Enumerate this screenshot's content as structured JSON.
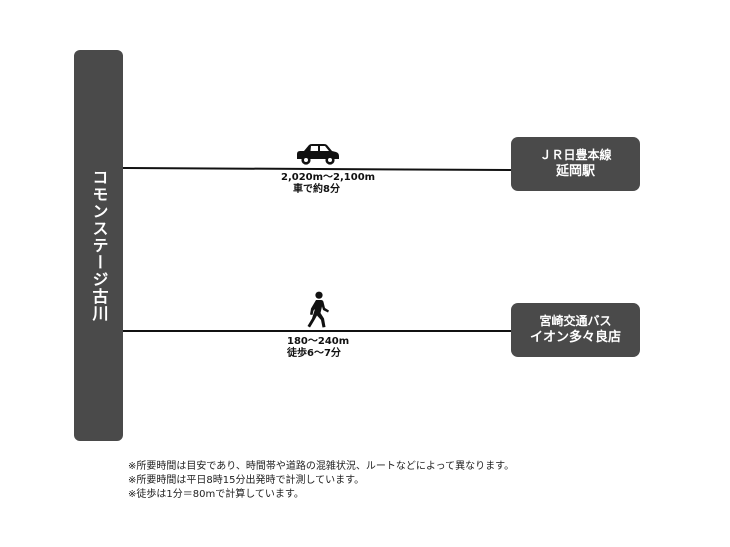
{
  "origin": {
    "label": "コモンステージ古川"
  },
  "routes": [
    {
      "mode_icon": "car-icon",
      "distance": "2,020m～2,100m",
      "time": "車で約8分",
      "destination": {
        "line1": "ＪＲ日豊本線",
        "line2": "延岡駅"
      }
    },
    {
      "mode_icon": "walking-person-icon",
      "distance": "180～240m",
      "time": "徒歩6～7分",
      "destination": {
        "line1": "宮崎交通バス",
        "line2": "イオン多々良店"
      }
    }
  ],
  "notes": [
    "※所要時間は目安であり、時間帯や道路の混雑状況、ルートなどによって異なります。",
    "※所要時間は平日8時15分出発時で計測しています。",
    "※徒歩は1分＝80mで計算しています。"
  ],
  "colors": {
    "box_fill": "#4a4a4a",
    "box_text": "#ffffff",
    "line": "#111111"
  }
}
